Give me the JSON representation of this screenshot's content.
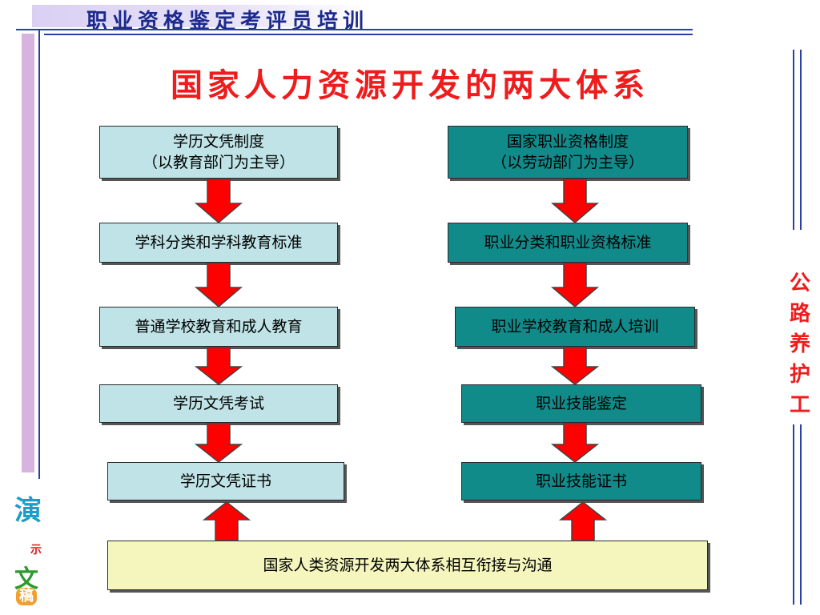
{
  "header": {
    "title": "职业资格鉴定考评员培训"
  },
  "title": "国家人力资源开发的两大体系",
  "left_column": {
    "box1": {
      "line1": "学历文凭制度",
      "line2": "（以教育部门为主导）"
    },
    "box2": "学科分类和学科教育标准",
    "box3": "普通学校教育和成人教育",
    "box4": "学历文凭考试",
    "box5": "学历文凭证书"
  },
  "right_column": {
    "box1": {
      "line1": "国家职业资格制度",
      "line2": "（以劳动部门为主导）"
    },
    "box2": "职业分类和职业资格标准",
    "box3": "职业学校教育和成人培训",
    "box4": "职业技能鉴定",
    "box5": "职业技能证书"
  },
  "bottom_box": "国家人类资源开发两大体系相互衔接与沟通",
  "side_label": [
    "公",
    "路",
    "养",
    "护",
    "工"
  ],
  "logo": {
    "yan": "演",
    "shi": "示",
    "wen": "文",
    "gao": "稿"
  },
  "colors": {
    "title_red": "#ee1c1c",
    "light_box": "#bfe3e6",
    "dark_box": "#118b8a",
    "bottom_box": "#f4f6bd",
    "arrow_red": "#ff0000",
    "header_blue": "#1b2a8c"
  }
}
